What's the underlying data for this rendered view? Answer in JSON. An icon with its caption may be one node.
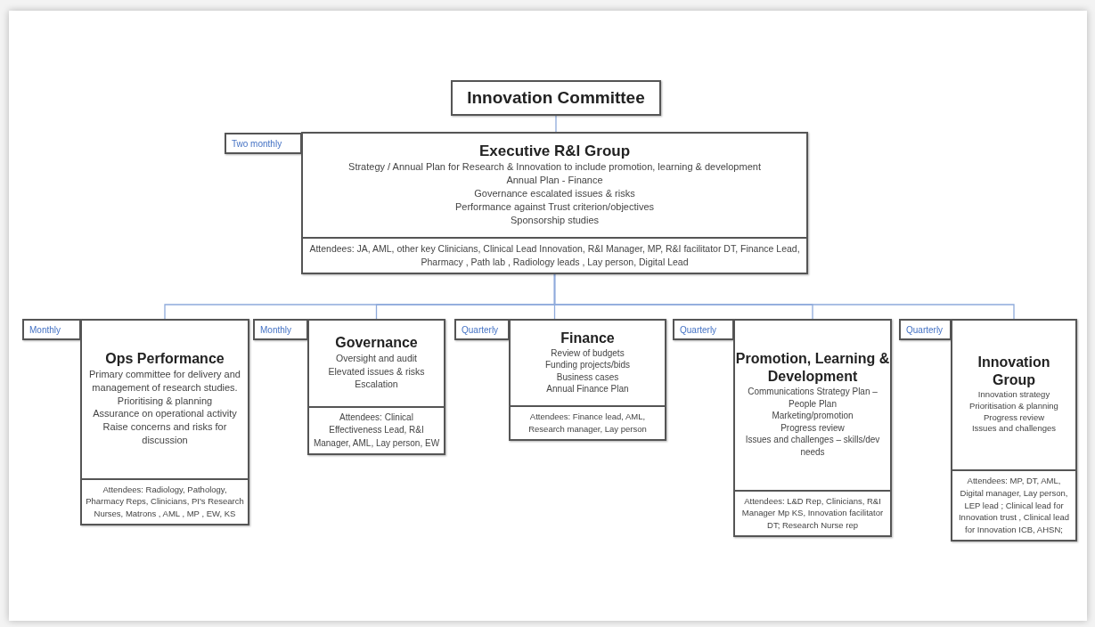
{
  "diagram": {
    "nodes": [
      {
        "text": [
          "Innovation Committee"
        ]
      },
      {
        "text": [
          "Two monthly"
        ]
      },
      {
        "text": [
          "Executive R&I Group",
          "Strategy / Annual Plan for Research & Innovation to include promotion, learning & development",
          "Annual Plan - Finance",
          "Governance escalated issues & risks",
          "Performance against Trust criterion/objectives",
          "Sponsorship studies"
        ]
      },
      {
        "text": [
          "Attendees:  JA, AML, other key  Clinicians,   Clinical Lead Innovation, R&I Manager, MP, R&I facilitator DT, Finance Lead, Pharmacy , Path lab , Radiology leads , Lay person, Digital Lead"
        ],
        "in": 2
      },
      {
        "text": [
          "Monthly"
        ]
      },
      {
        "text": [
          "Ops Performance",
          "Primary committee for delivery and management of research studies.",
          "Prioritising & planning",
          "Assurance on operational activity",
          "Raise concerns and risks for discussion"
        ]
      },
      {
        "text": [
          "Attendees:  Radiology, Pathology, Pharmacy Reps, Clinicians, PI's Research Nurses, Matrons , AML , MP , EW, KS"
        ],
        "in": 5
      },
      {
        "text": [
          "Monthly"
        ]
      },
      {
        "text": [
          "Governance",
          "Oversight and audit",
          "Elevated issues & risks",
          "Escalation"
        ]
      },
      {
        "text": [
          "Attendees:  Clinical Effectiveness Lead, R&I Manager, AML,  Lay person, EW"
        ],
        "in": 8
      },
      {
        "text": [
          "Quarterly"
        ]
      },
      {
        "text": [
          "Finance",
          "Review of budgets",
          "Funding projects/bids",
          "Business cases",
          "Annual Finance Plan"
        ]
      },
      {
        "text": [
          "Attendees:  Finance lead, AML, Research manager, Lay person"
        ],
        "in": 11
      },
      {
        "text": [
          "Quarterly"
        ]
      },
      {
        "text": [
          "Promotion, Learning & Development",
          "Communications Strategy Plan – People Plan",
          "Marketing/promotion",
          "Progress review",
          "Issues and challenges – skills/dev needs"
        ]
      },
      {
        "text": [
          "Attendees:  L&D Rep, Clinicians, R&I Manager Mp KS, Innovation facilitator DT; Research Nurse rep"
        ],
        "in": 14
      },
      {
        "text": [
          "Quarterly"
        ]
      },
      {
        "text": [
          "Innovation Group",
          "Innovation strategy",
          "Prioritisation & planning",
          "Progress review",
          "Issues and challenges"
        ]
      },
      {
        "text": [
          "Attendees:  MP, DT, AML, Digital manager, Lay person, LEP lead ; Clinical lead for Innovation trust , Clinical lead for Innovation ICB, AHSN;"
        ],
        "in": 17
      }
    ],
    "edges": [
      {
        "from": 0,
        "to": 2,
        "arrow": "none"
      },
      {
        "from": 2,
        "to": 5,
        "arrow": "none"
      },
      {
        "from": 2,
        "to": 8,
        "arrow": "none"
      },
      {
        "from": 2,
        "to": 11,
        "arrow": "none"
      },
      {
        "from": 2,
        "to": 14,
        "arrow": "none"
      },
      {
        "from": 2,
        "to": 17,
        "arrow": "none"
      }
    ]
  }
}
